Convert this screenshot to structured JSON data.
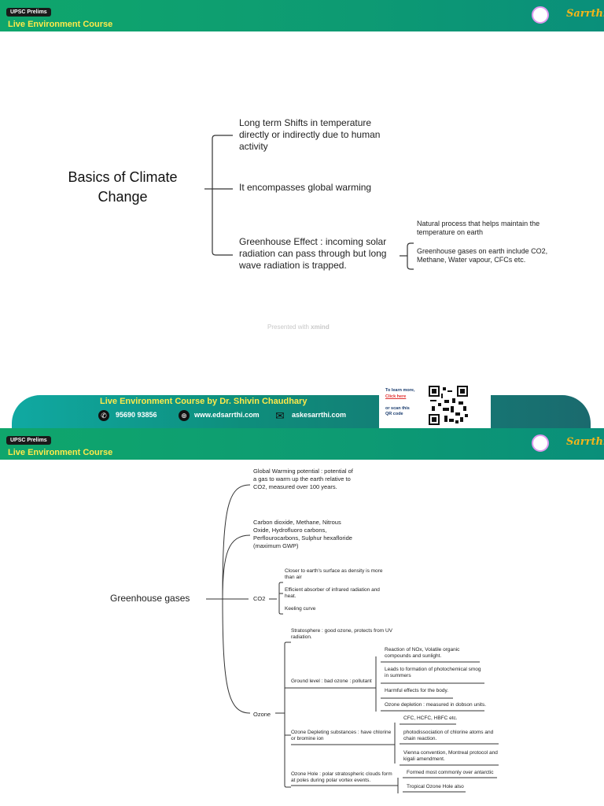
{
  "header": {
    "badge": "UPSC Prelims",
    "course": "Live Environment Course"
  },
  "slide1": {
    "central": "Basics of Climate Change",
    "branches": [
      "Long term Shifts in temperature directly or indirectly due to human activity",
      "It encompasses global warming",
      "Greenhouse Effect : incoming solar radiation can pass through but long wave radiation is trapped."
    ],
    "sub": [
      "Natural process that helps maintain the temperature on earth",
      "Greenhouse gases on earth include CO2, Methane, Water vapour, CFCs etc."
    ],
    "footer_prefix": "Presented with ",
    "footer_brand": "xmind"
  },
  "banner": {
    "title": "Live Environment Course by Dr. Shivin Chaudhary",
    "phone": "95690 93856",
    "website": "www.edsarrthi.com",
    "email": "askesarrthi.com",
    "learn_more": "To learn more,",
    "click_here": "Click here",
    "scan1": "or scan this",
    "scan2": "QR code"
  },
  "slide2": {
    "central": "Greenhouse gases",
    "gwp": "Global Warming potential : potential of a gas to warm up the earth relative to CO2, measured over 100 years.",
    "list": "Carbon dioxide, Methane, Nitrous Oxide, Hydrofluoro carbons, Perflourocarbons, Sulphur hexafloride (maximum GWP)",
    "co2": "CO2",
    "co2_items": [
      "Closer to earth's surface as density is more than air",
      "Efficient absorber of infrared radiation and heat.",
      "Keeling curve"
    ],
    "ozone": "Ozone",
    "strat": "Stratosphere : good ozone, protects from UV radiation.",
    "ground": "Ground level : bad ozone : pollutant",
    "ground_items": [
      "Reaction of NOx, Volatile organic compounds and sunlight.",
      "Leads to formation of photochemical smog in summers",
      "Harmful effects for the body.",
      "Ozone depletion : measured in dobson units."
    ],
    "ods": "Ozone Depleting substances : have chlorine or bromine ion",
    "ods_items": [
      "CFC, HCFC, HBFC etc.",
      "photodissociation of chlorine atoms and chain reaction.",
      "Vienna convention, Montreal protocol and kigali amendment."
    ],
    "hole": "Ozone Hole : polar stratospheric clouds form at poles during polar vortex events.",
    "hole_items": [
      "Formed most commonly over antarctic",
      "Tropical Ozone Hole also"
    ]
  }
}
